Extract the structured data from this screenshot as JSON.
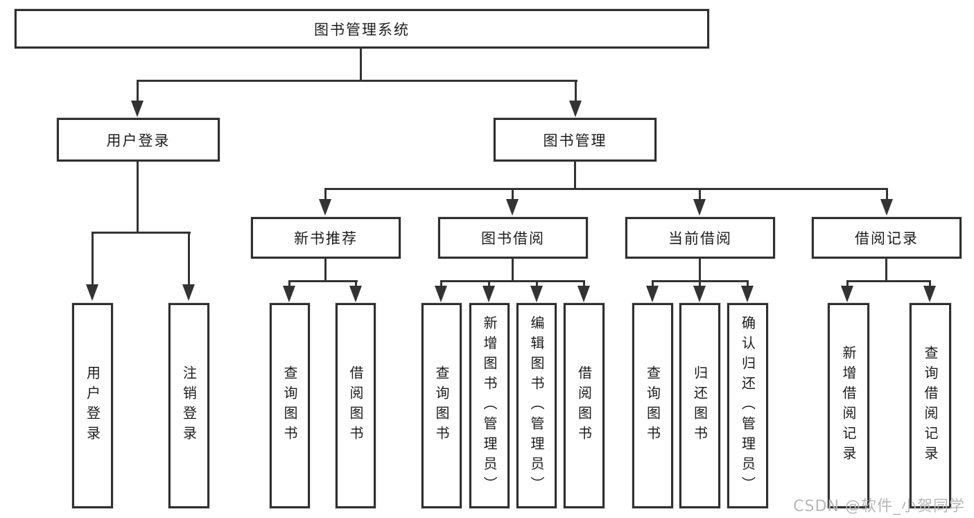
{
  "root": {
    "label": "图书管理系统"
  },
  "user": {
    "label": "用户登录",
    "children": [
      {
        "label": "用户登录"
      },
      {
        "label": "注销登录"
      }
    ]
  },
  "book": {
    "label": "图书管理",
    "modules": [
      {
        "label": "新书推荐",
        "children": [
          {
            "label": "查询图书"
          },
          {
            "label": "借阅图书"
          }
        ]
      },
      {
        "label": "图书借阅",
        "children": [
          {
            "label": "查询图书"
          },
          {
            "label": "新增图书（管理员）"
          },
          {
            "label": "编辑图书（管理员）"
          },
          {
            "label": "借阅图书"
          }
        ]
      },
      {
        "label": "当前借阅",
        "children": [
          {
            "label": "查询图书"
          },
          {
            "label": "归还图书"
          },
          {
            "label": "确认归还（管理员）"
          }
        ]
      },
      {
        "label": "借阅记录",
        "children": [
          {
            "label": "新增借阅记录"
          },
          {
            "label": "查询借阅记录"
          }
        ]
      }
    ]
  },
  "watermark": {
    "text": "CSDN @软件_小贺同学"
  },
  "colors": {
    "line": "#333333",
    "box_border": "#2f2f2f",
    "text": "#1c1c1c",
    "watermark": "#b7b7b7",
    "background": "#ffffff"
  }
}
